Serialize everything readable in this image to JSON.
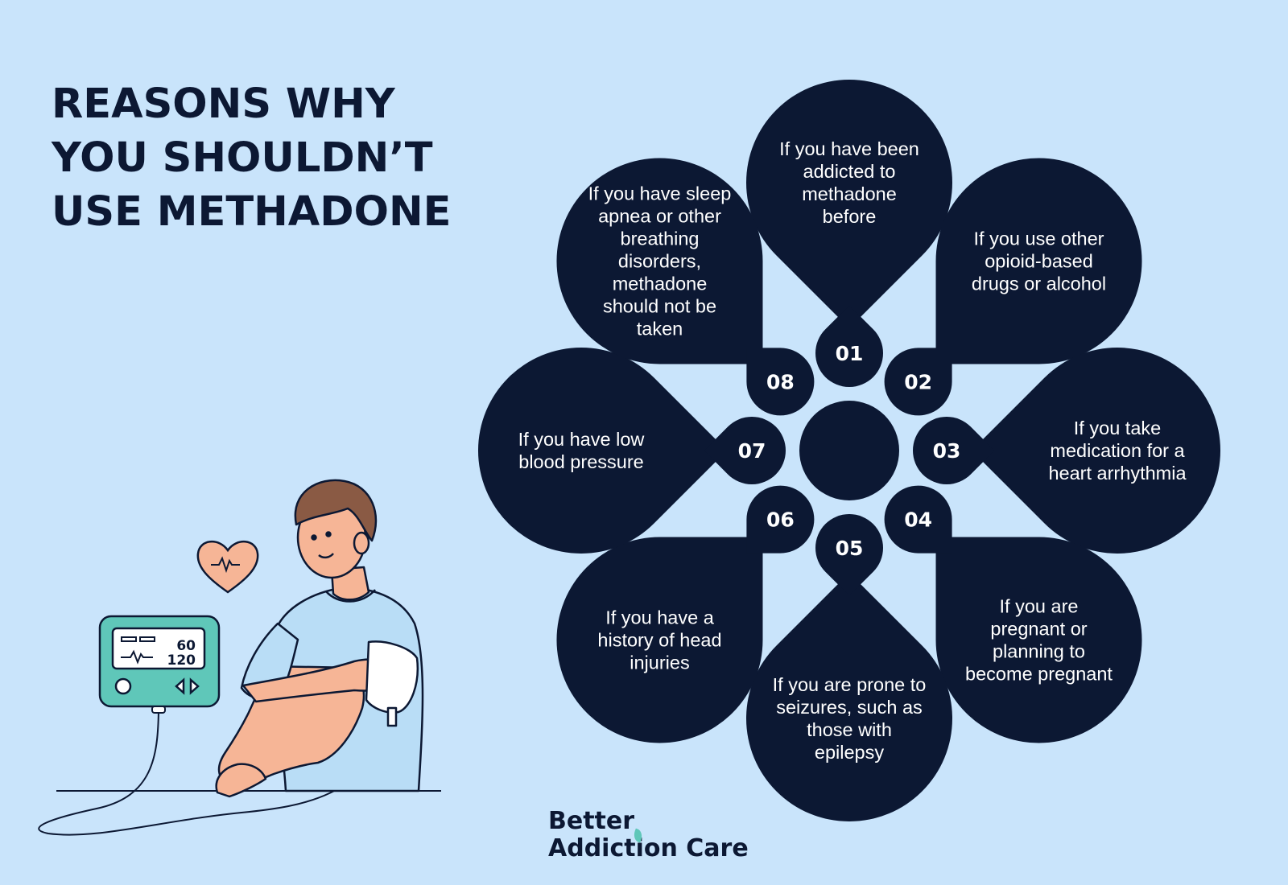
{
  "title_lines": [
    "REASONS WHY",
    "YOU SHOULDN’T",
    "USE METHADONE"
  ],
  "colors": {
    "background": "#c9e4fb",
    "petal": "#0c1833",
    "title": "#0c1833",
    "accent": "#5fc7b9",
    "skin": "#f6b596",
    "shirt": "#b9ddf6",
    "hair": "#8a5a44"
  },
  "reasons": [
    {
      "number": "01",
      "lines": [
        "If you have been",
        "addicted to",
        "methadone",
        "before"
      ]
    },
    {
      "number": "02",
      "lines": [
        "If you use other",
        "opioid-based",
        "drugs or alcohol"
      ]
    },
    {
      "number": "03",
      "lines": [
        "If you take",
        "medication for a",
        "heart arrhythmia"
      ]
    },
    {
      "number": "04",
      "lines": [
        "If you are",
        "pregnant or",
        "planning to",
        "become pregnant"
      ]
    },
    {
      "number": "05",
      "lines": [
        "If you are prone to",
        "seizures, such as",
        "those with",
        "epilepsy"
      ]
    },
    {
      "number": "06",
      "lines": [
        "If you have a",
        "history of head",
        "injuries"
      ]
    },
    {
      "number": "07",
      "lines": [
        "If you have low",
        "blood pressure"
      ]
    },
    {
      "number": "08",
      "lines": [
        "If you have sleep",
        "apnea or other",
        "breathing",
        "disorders,",
        "methadone",
        "should not be",
        "taken"
      ]
    }
  ],
  "monitor": {
    "top_value": "60",
    "bottom_value": "120"
  },
  "icons": [
    "heart-pulse-icon",
    "blood-pressure-monitor-icon",
    "logo-leaf-icon"
  ],
  "logo_lines": [
    "Better",
    "Addiction Care"
  ]
}
